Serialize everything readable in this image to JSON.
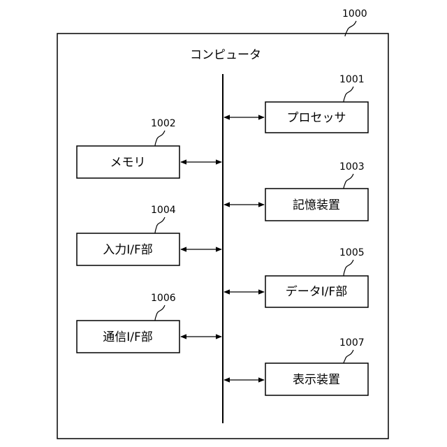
{
  "figure": {
    "ref": "1000",
    "title": "コンピュータ"
  },
  "blocks": {
    "processor": {
      "ref": "1001",
      "label": "プロセッサ"
    },
    "memory": {
      "ref": "1002",
      "label": "メモリ"
    },
    "storage": {
      "ref": "1003",
      "label": "記憶装置"
    },
    "input_if": {
      "ref": "1004",
      "label": "入力I/F部"
    },
    "data_if": {
      "ref": "1005",
      "label": "データI/F部"
    },
    "comm_if": {
      "ref": "1006",
      "label": "通信I/F部"
    },
    "display": {
      "ref": "1007",
      "label": "表示装置"
    }
  }
}
